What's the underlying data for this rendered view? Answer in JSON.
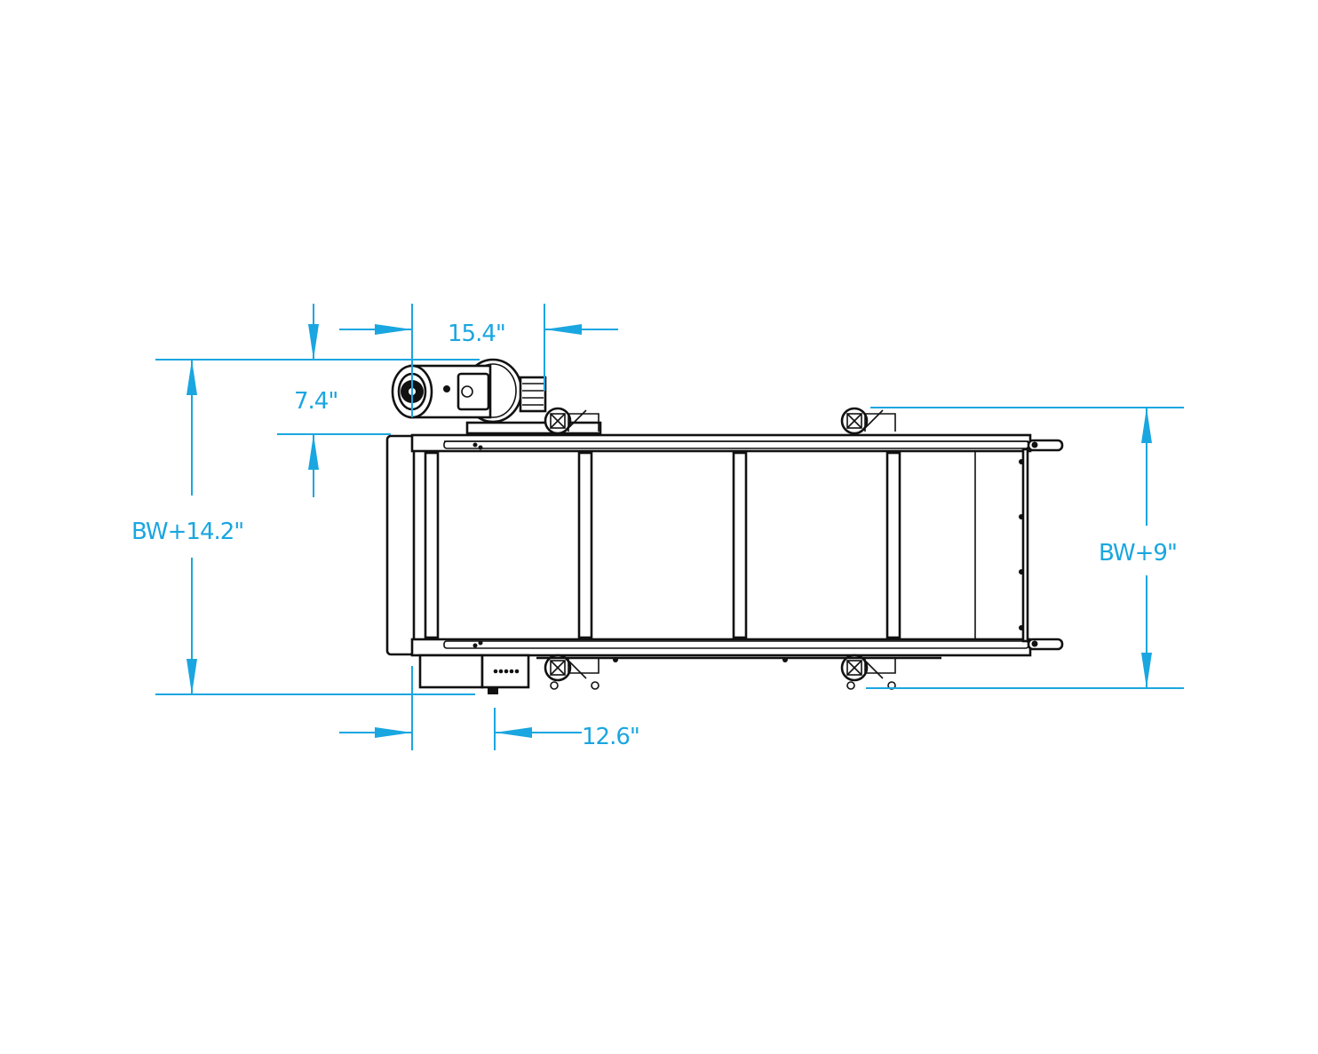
{
  "drawing": {
    "title": "Conveyor top view with dimensions",
    "colors": {
      "dimension": "#1aa6e0",
      "outline": "#111111",
      "background": "#ffffff"
    },
    "dimensions": {
      "motor_length": "15.4\"",
      "motor_offset": "7.4\"",
      "overall_width": "BW+14.2\"",
      "frame_width": "BW+9\"",
      "controller_offset": "12.6\""
    },
    "components": [
      "gearmotor",
      "conveyor-frame",
      "cross-members",
      "support-stands",
      "control-box",
      "idler-end"
    ]
  }
}
